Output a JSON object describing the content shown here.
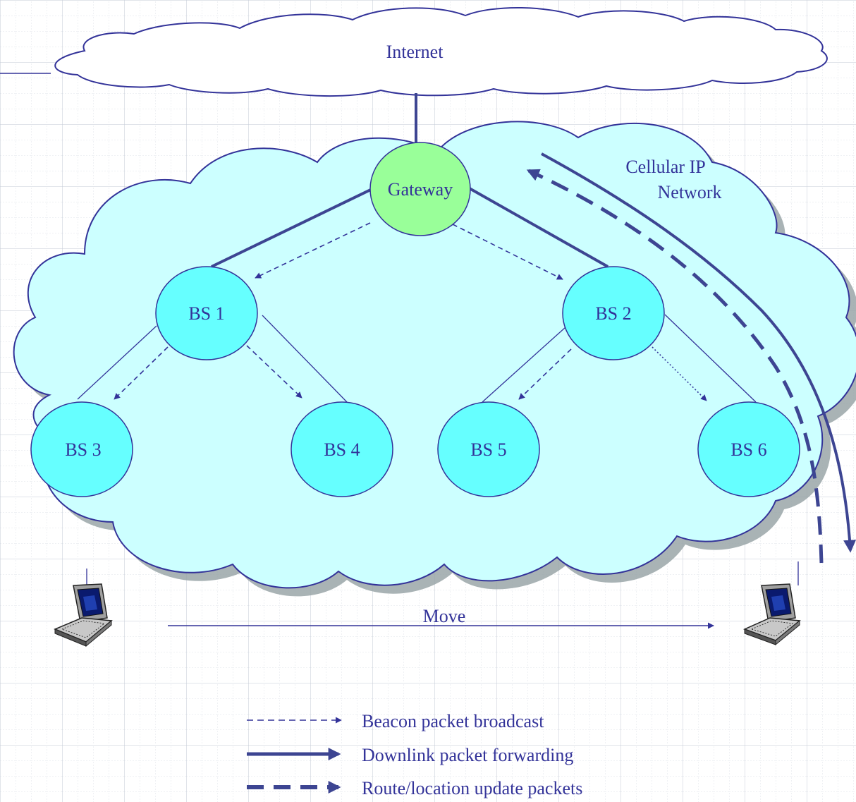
{
  "colors": {
    "ink": "#333399",
    "net": "#3d4592",
    "cloud_fill": "#ccffff",
    "cloud_shadow": "#9aa6a8",
    "gateway_fill": "#99ff99",
    "bs_fill": "#66ffff",
    "grid": "#c3cad6",
    "grid_dash": "#dfe3ea"
  },
  "internet_cloud": {
    "label": "Internet"
  },
  "network_cloud": {
    "label_line1": "Cellular IP",
    "label_line2": "Network"
  },
  "nodes": {
    "gateway": "Gateway",
    "bs1": "BS 1",
    "bs2": "BS 2",
    "bs3": "BS 3",
    "bs4": "BS 4",
    "bs5": "BS 5",
    "bs6": "BS 6"
  },
  "mobile": {
    "move_label": "Move",
    "icon": "laptop-icon"
  },
  "legend": {
    "beacon": "Beacon packet broadcast",
    "downlink": "Downlink packet forwarding",
    "route_update": "Route/location update packets"
  }
}
